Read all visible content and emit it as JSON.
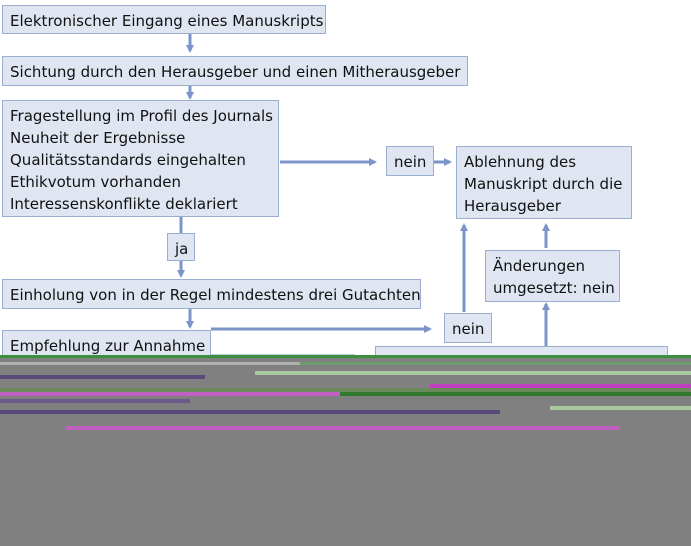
{
  "flowchart": {
    "step1": "Elektronischer Eingang eines Manuskripts",
    "step2": "Sichtung durch den Herausgeber und einen Mitherausgeber",
    "criteria": [
      "Fragestellung im Profil des Journals",
      "Neuheit der Ergebnisse",
      "Qualitätsstandards eingehalten",
      "Ethikvotum vorhanden",
      "Interessenskonflikte deklariert"
    ],
    "no_label_1": "nein",
    "rejection": [
      "Ablehnung des",
      "Manuskript durch die",
      "Herausgeber"
    ],
    "yes_label": "ja",
    "changes": [
      "Änderungen",
      "umgesetzt: nein"
    ],
    "step3": "Einholung von in der Regel mindestens drei Gutachten",
    "no_label_2": "nein",
    "step4": "Empfehlung zur Annahme"
  },
  "colors": {
    "box_fill": "#dfe6f1",
    "box_border": "#9aaed0",
    "arrow": "#7b95c8",
    "corrupted_area": "#808080"
  }
}
